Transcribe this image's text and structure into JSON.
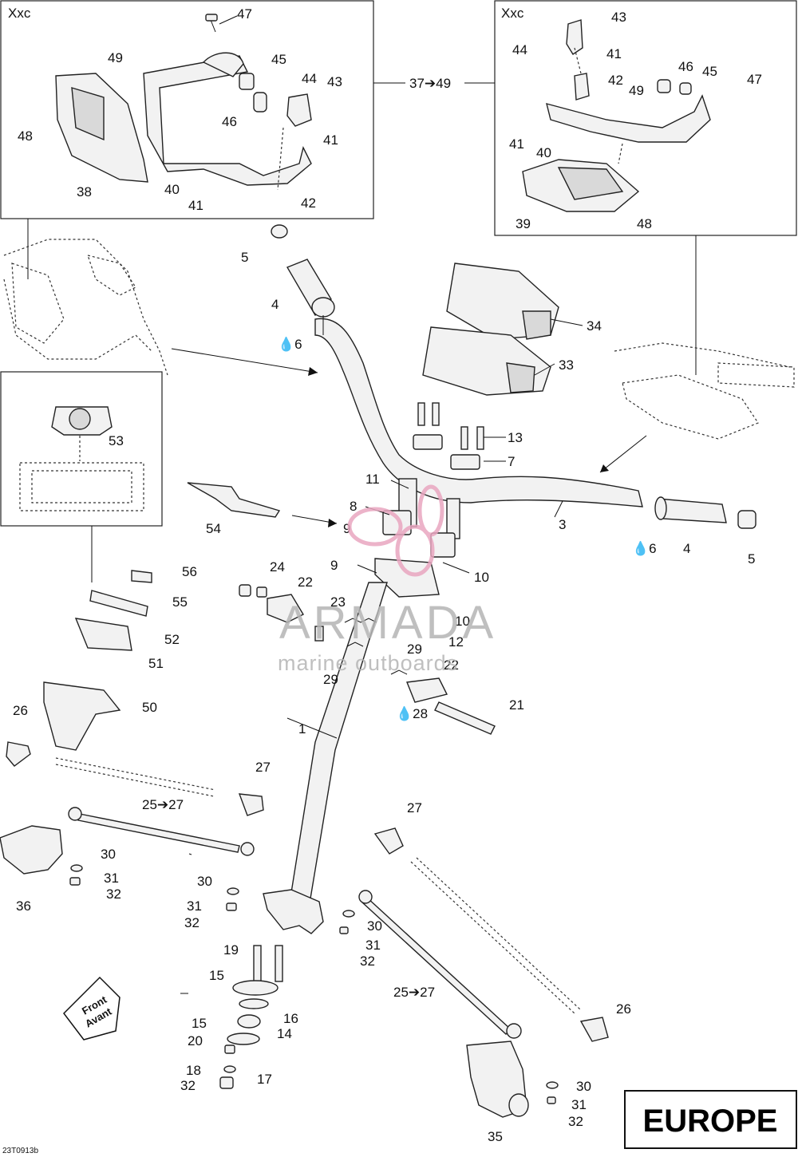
{
  "inset_left": {
    "title": "Xxc"
  },
  "inset_right": {
    "title": "Xxc"
  },
  "region": "EUROPE",
  "figure_code": "23T0913b",
  "direction": {
    "line1": "Front",
    "line2": "Avant"
  },
  "watermark": {
    "brand": "ARMADA",
    "tagline": "marine outboards"
  },
  "callouts": [
    {
      "id": "c-47a",
      "text": "47"
    },
    {
      "id": "c-49a",
      "text": "49"
    },
    {
      "id": "c-45a",
      "text": "45"
    },
    {
      "id": "c-44a",
      "text": "44"
    },
    {
      "id": "c-43a",
      "text": "43"
    },
    {
      "id": "c-48a",
      "text": "48"
    },
    {
      "id": "c-46a",
      "text": "46"
    },
    {
      "id": "c-41a",
      "text": "41"
    },
    {
      "id": "c-38",
      "text": "38"
    },
    {
      "id": "c-40a",
      "text": "40"
    },
    {
      "id": "c-41b",
      "text": "41"
    },
    {
      "id": "c-42a",
      "text": "42"
    },
    {
      "id": "c-37-49",
      "text": "37➔49"
    },
    {
      "id": "c-43b",
      "text": "43"
    },
    {
      "id": "c-44b",
      "text": "44"
    },
    {
      "id": "c-41c",
      "text": "41"
    },
    {
      "id": "c-42b",
      "text": "42"
    },
    {
      "id": "c-46b",
      "text": "46"
    },
    {
      "id": "c-45b",
      "text": "45"
    },
    {
      "id": "c-47b",
      "text": "47"
    },
    {
      "id": "c-49b",
      "text": "49"
    },
    {
      "id": "c-41d",
      "text": "41"
    },
    {
      "id": "c-40b",
      "text": "40"
    },
    {
      "id": "c-39",
      "text": "39"
    },
    {
      "id": "c-48b",
      "text": "48"
    },
    {
      "id": "c-5a",
      "text": "5"
    },
    {
      "id": "c-4a",
      "text": "4"
    },
    {
      "id": "c-6a",
      "text": "💧6"
    },
    {
      "id": "c-34",
      "text": "34"
    },
    {
      "id": "c-33",
      "text": "33"
    },
    {
      "id": "c-13",
      "text": "13"
    },
    {
      "id": "c-7",
      "text": "7"
    },
    {
      "id": "c-53",
      "text": "53"
    },
    {
      "id": "c-11",
      "text": "11"
    },
    {
      "id": "c-8",
      "text": "8"
    },
    {
      "id": "c-3",
      "text": "3"
    },
    {
      "id": "c-54",
      "text": "54"
    },
    {
      "id": "c-9a",
      "text": "9"
    },
    {
      "id": "c-6b",
      "text": "💧6"
    },
    {
      "id": "c-4b",
      "text": "4"
    },
    {
      "id": "c-5b",
      "text": "5"
    },
    {
      "id": "c-56",
      "text": "56"
    },
    {
      "id": "c-24",
      "text": "24"
    },
    {
      "id": "c-9b",
      "text": "9"
    },
    {
      "id": "c-10a",
      "text": "10"
    },
    {
      "id": "c-22a",
      "text": "22"
    },
    {
      "id": "c-55",
      "text": "55"
    },
    {
      "id": "c-23",
      "text": "23"
    },
    {
      "id": "c-10b",
      "text": "10"
    },
    {
      "id": "c-52",
      "text": "52"
    },
    {
      "id": "c-12",
      "text": "12"
    },
    {
      "id": "c-29a",
      "text": "29"
    },
    {
      "id": "c-51",
      "text": "51"
    },
    {
      "id": "c-29b",
      "text": "29"
    },
    {
      "id": "c-22b",
      "text": "22"
    },
    {
      "id": "c-50",
      "text": "50"
    },
    {
      "id": "c-28",
      "text": "💧28"
    },
    {
      "id": "c-21",
      "text": "21"
    },
    {
      "id": "c-26a",
      "text": "26"
    },
    {
      "id": "c-1",
      "text": "1"
    },
    {
      "id": "c-27a",
      "text": "27"
    },
    {
      "id": "c-25-27a",
      "text": "25➔27"
    },
    {
      "id": "c-27b",
      "text": "27"
    },
    {
      "id": "c-30a",
      "text": "30"
    },
    {
      "id": "c-31a",
      "text": "31"
    },
    {
      "id": "c-32a",
      "text": "32"
    },
    {
      "id": "c-36",
      "text": "36"
    },
    {
      "id": "c-30b",
      "text": "30"
    },
    {
      "id": "c-31b",
      "text": "31"
    },
    {
      "id": "c-32b",
      "text": "32"
    },
    {
      "id": "c-30c",
      "text": "30"
    },
    {
      "id": "c-31c",
      "text": "31"
    },
    {
      "id": "c-32c",
      "text": "32"
    },
    {
      "id": "c-19",
      "text": "19"
    },
    {
      "id": "c-15a",
      "text": "15"
    },
    {
      "id": "c-25-27b",
      "text": "25➔27"
    },
    {
      "id": "c-16",
      "text": "16"
    },
    {
      "id": "c-14",
      "text": "14"
    },
    {
      "id": "c-15b",
      "text": "15"
    },
    {
      "id": "c-20",
      "text": "20"
    },
    {
      "id": "c-26b",
      "text": "26"
    },
    {
      "id": "c-18",
      "text": "18"
    },
    {
      "id": "c-17",
      "text": "17"
    },
    {
      "id": "c-32d",
      "text": "32"
    },
    {
      "id": "c-30d",
      "text": "30"
    },
    {
      "id": "c-31d",
      "text": "31"
    },
    {
      "id": "c-32e",
      "text": "32"
    },
    {
      "id": "c-35",
      "text": "35"
    }
  ]
}
